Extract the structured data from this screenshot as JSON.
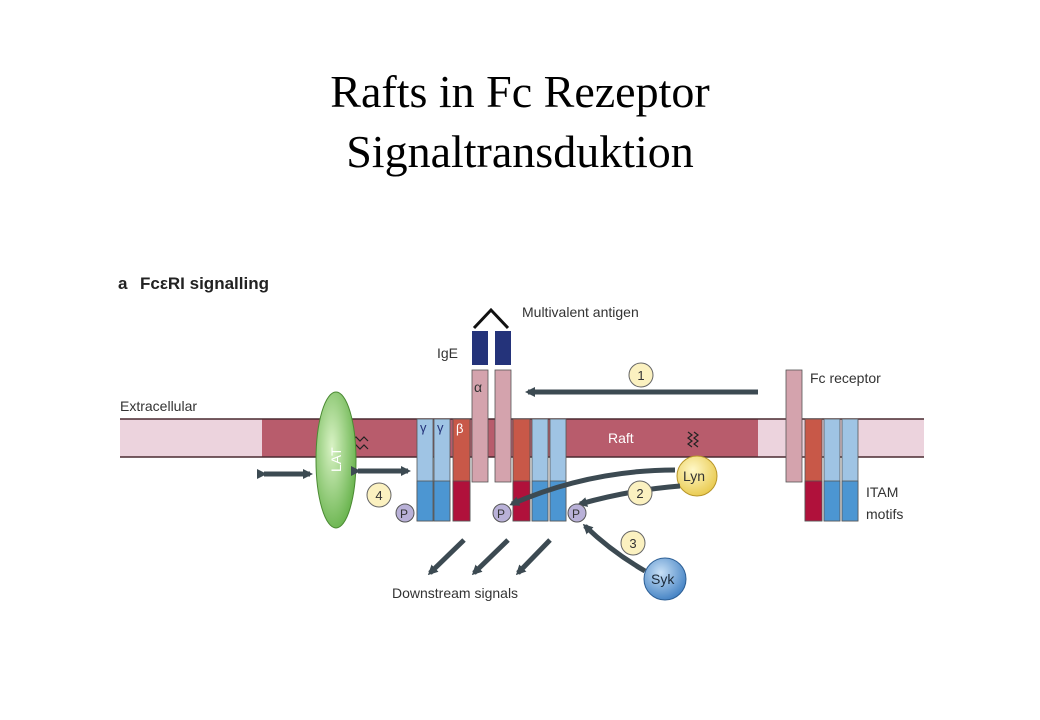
{
  "slide": {
    "title_line1": "Rafts in Fc Rezeptor",
    "title_line2": "Signaltransduktion"
  },
  "figure": {
    "panel_label": "a",
    "panel_title": "FcεRI signalling",
    "labels": {
      "multivalent_antigen": "Multivalent antigen",
      "ige": "IgE",
      "fc_receptor": "Fc receptor",
      "extracellular": "Extracellular",
      "raft": "Raft",
      "lat": "LAT",
      "lyn": "Lyn",
      "syk": "Syk",
      "itam_motifs_line1": "ITAM",
      "itam_motifs_line2": "motifs",
      "downstream_signals": "Downstream signals",
      "alpha": "α",
      "beta": "β",
      "gamma": "γ",
      "phospho": "P"
    },
    "steps": [
      "1",
      "2",
      "3",
      "4"
    ],
    "colors": {
      "membrane_light": "#ecd3dd",
      "raft": "#b85c6c",
      "ige": "#24337a",
      "alpha_chain": "#d4a3ad",
      "beta_top": "#c85848",
      "beta_bottom": "#b0113b",
      "gamma_top": "#9fc4e4",
      "gamma_bottom": "#4c96d2",
      "lat": "#8ccf6a",
      "lyn": "#f5e07a",
      "syk": "#5b9bd5",
      "phospho": "#b9b1d8",
      "step_circle": "#fbf1c0",
      "arrow": "#3c4a52"
    }
  }
}
